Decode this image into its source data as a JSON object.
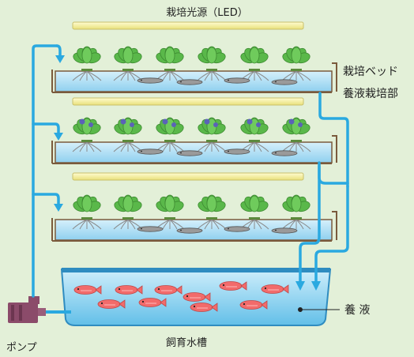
{
  "labels": {
    "light": "栽培光源（LED）",
    "bed": "栽培ベッド",
    "hydro_part": "養液栽培部",
    "nutrient": "養 液",
    "pump": "ポンプ",
    "tank": "飼育水槽"
  },
  "colors": {
    "background": "#e3f0d8",
    "water": "#9fd8f3",
    "water_light": "#d6f0fb",
    "pipe": "#2aa9e0",
    "tray_border": "#7a5a3c",
    "led": "#f3ef9a",
    "plant": "#5ab84a",
    "flower": "#5b63b8",
    "fish": "#f26b6b",
    "loach": "#7e7e7e",
    "pump": "#8b4b6a"
  },
  "icons": {
    "plant": "lettuce-icon",
    "flower_plant": "flowering-plant-icon",
    "fish": "fish-icon",
    "loach": "loach-icon",
    "pump": "pump-icon"
  }
}
